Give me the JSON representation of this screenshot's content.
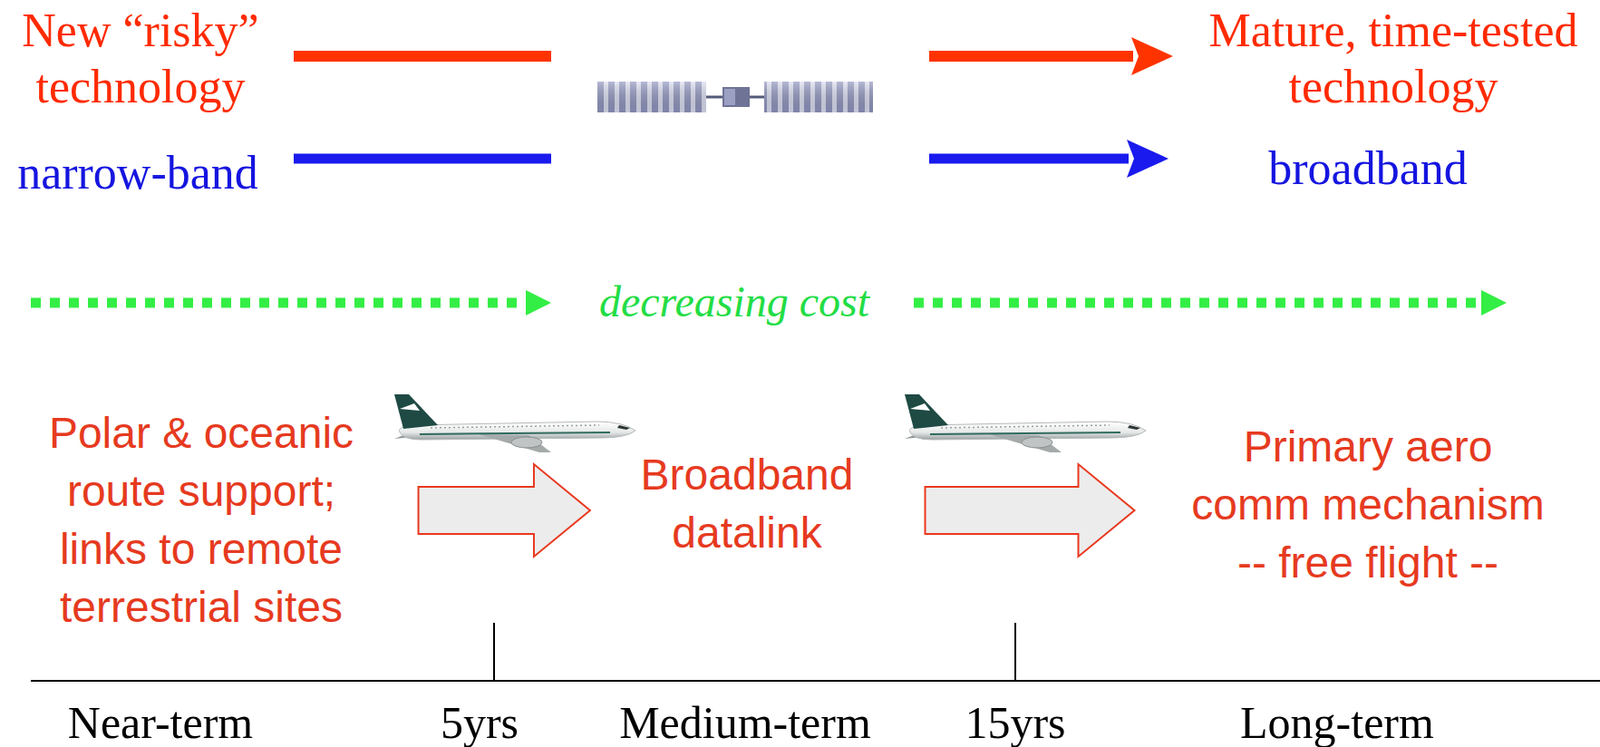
{
  "diagram": {
    "nodes": [
      {
        "text": [
          "New “risky” technology"
        ]
      },
      {
        "text": [
          "Mature, time-tested technology"
        ]
      },
      {
        "text": [
          "narrow-band"
        ]
      },
      {
        "text": [
          "broadband"
        ]
      },
      {
        "text": [
          "Polar & oceanic route support; links to remote terrestrial sites"
        ]
      },
      {
        "text": [
          "Broadband datalink"
        ]
      },
      {
        "text": [
          "Primary aero comm mechanism -- free flight --"
        ]
      }
    ],
    "edges": [
      {
        "from": 0,
        "to": 1,
        "arrow": "to"
      },
      {
        "from": 2,
        "to": 3,
        "arrow": "to"
      },
      {
        "from": 4,
        "to": 5,
        "arrow": "to"
      },
      {
        "from": 5,
        "to": 6,
        "arrow": "to"
      }
    ],
    "labels": [
      "decreasing cost",
      "Near-term",
      "5yrs",
      "Medium-term",
      "15yrs",
      "Long-term"
    ]
  }
}
